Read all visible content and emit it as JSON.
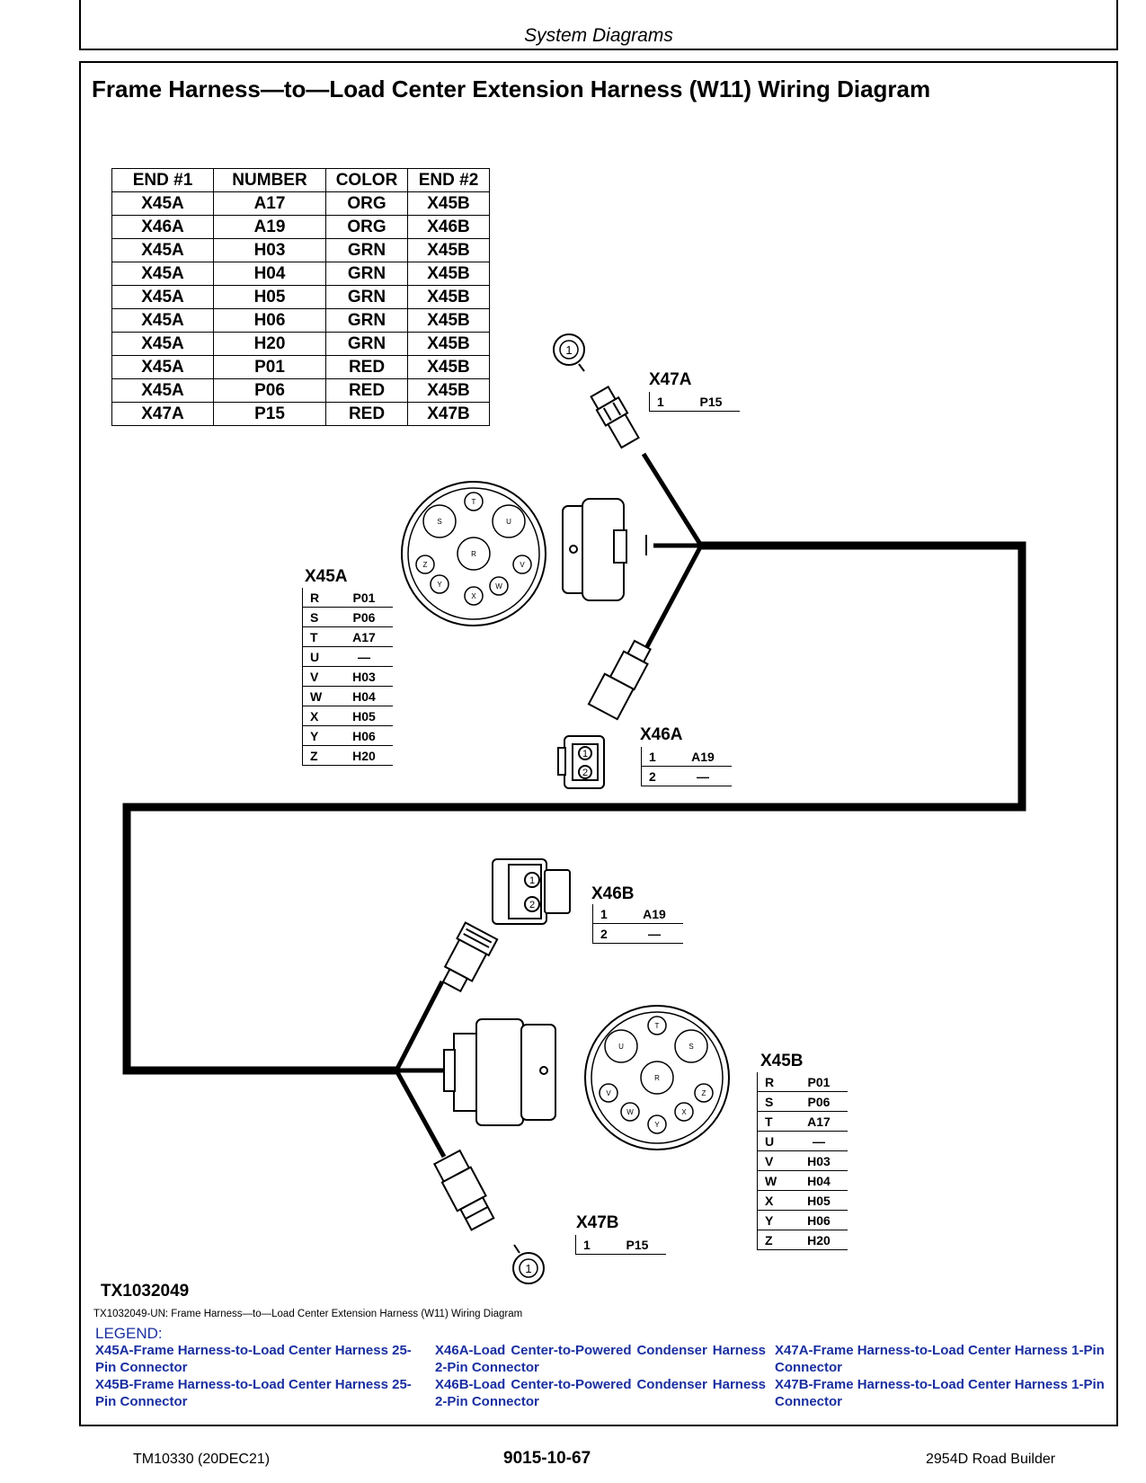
{
  "header": {
    "section_title": "System Diagrams"
  },
  "page_title": "Frame Harness—to—Load Center Extension Harness (W11) Wiring Diagram",
  "wire_table": {
    "columns": [
      "END #1",
      "NUMBER",
      "COLOR",
      "END #2"
    ],
    "rows": [
      [
        "X45A",
        "A17",
        "ORG",
        "X45B"
      ],
      [
        "X46A",
        "A19",
        "ORG",
        "X46B"
      ],
      [
        "X45A",
        "H03",
        "GRN",
        "X45B"
      ],
      [
        "X45A",
        "H04",
        "GRN",
        "X45B"
      ],
      [
        "X45A",
        "H05",
        "GRN",
        "X45B"
      ],
      [
        "X45A",
        "H06",
        "GRN",
        "X45B"
      ],
      [
        "X45A",
        "H20",
        "GRN",
        "X45B"
      ],
      [
        "X45A",
        "P01",
        "RED",
        "X45B"
      ],
      [
        "X45A",
        "P06",
        "RED",
        "X45B"
      ],
      [
        "X47A",
        "P15",
        "RED",
        "X47B"
      ]
    ]
  },
  "connectors": {
    "x47a": {
      "name": "X47A",
      "pins": [
        [
          "1",
          "P15"
        ]
      ]
    },
    "x45a": {
      "name": "X45A",
      "pins": [
        [
          "R",
          "P01"
        ],
        [
          "S",
          "P06"
        ],
        [
          "T",
          "A17"
        ],
        [
          "U",
          "—"
        ],
        [
          "V",
          "H03"
        ],
        [
          "W",
          "H04"
        ],
        [
          "X",
          "H05"
        ],
        [
          "Y",
          "H06"
        ],
        [
          "Z",
          "H20"
        ]
      ]
    },
    "x46a": {
      "name": "X46A",
      "pins": [
        [
          "1",
          "A19"
        ],
        [
          "2",
          "—"
        ]
      ]
    },
    "x46b": {
      "name": "X46B",
      "pins": [
        [
          "1",
          "A19"
        ],
        [
          "2",
          "—"
        ]
      ]
    },
    "x45b": {
      "name": "X45B",
      "pins": [
        [
          "R",
          "P01"
        ],
        [
          "S",
          "P06"
        ],
        [
          "T",
          "A17"
        ],
        [
          "U",
          "—"
        ],
        [
          "V",
          "H03"
        ],
        [
          "W",
          "H04"
        ],
        [
          "X",
          "H05"
        ],
        [
          "Y",
          "H06"
        ],
        [
          "Z",
          "H20"
        ]
      ]
    },
    "x47b": {
      "name": "X47B",
      "pins": [
        [
          "1",
          "P15"
        ]
      ]
    }
  },
  "connector_face_pins": {
    "x45a": [
      "T",
      "S",
      "U",
      "R",
      "Z",
      "V",
      "Y",
      "W",
      "X"
    ],
    "x45b": [
      "T",
      "U",
      "S",
      "R",
      "V",
      "Z",
      "W",
      "X",
      "Y"
    ],
    "ring_terminal": "1",
    "two_pin": [
      "1",
      "2"
    ]
  },
  "figure_id": "TX1032049",
  "caption": "TX1032049-UN: Frame Harness—to—Load Center Extension Harness (W11) Wiring Diagram",
  "legend": {
    "title": "LEGEND:",
    "items": [
      "X45A-Frame Harness-to-Load Center Harness 25-Pin Connector",
      "X45B-Frame Harness-to-Load Center Harness 25-Pin Connector",
      "X46A-Load Center-to-Powered Condenser Harness 2-Pin Connector",
      "X46B-Load Center-to-Powered Condenser Harness 2-Pin Connector",
      "X47A-Frame Harness-to-Load Center Harness 1-Pin Connector",
      "X47B-Frame Harness-to-Load Center Harness 1-Pin Connector"
    ]
  },
  "footer": {
    "left": "TM10330 (20DEC21)",
    "center": "9015-10-67",
    "right": "2954D Road Builder"
  },
  "colors": {
    "legend_text": "#1a2fa0",
    "lines": "#000000"
  }
}
